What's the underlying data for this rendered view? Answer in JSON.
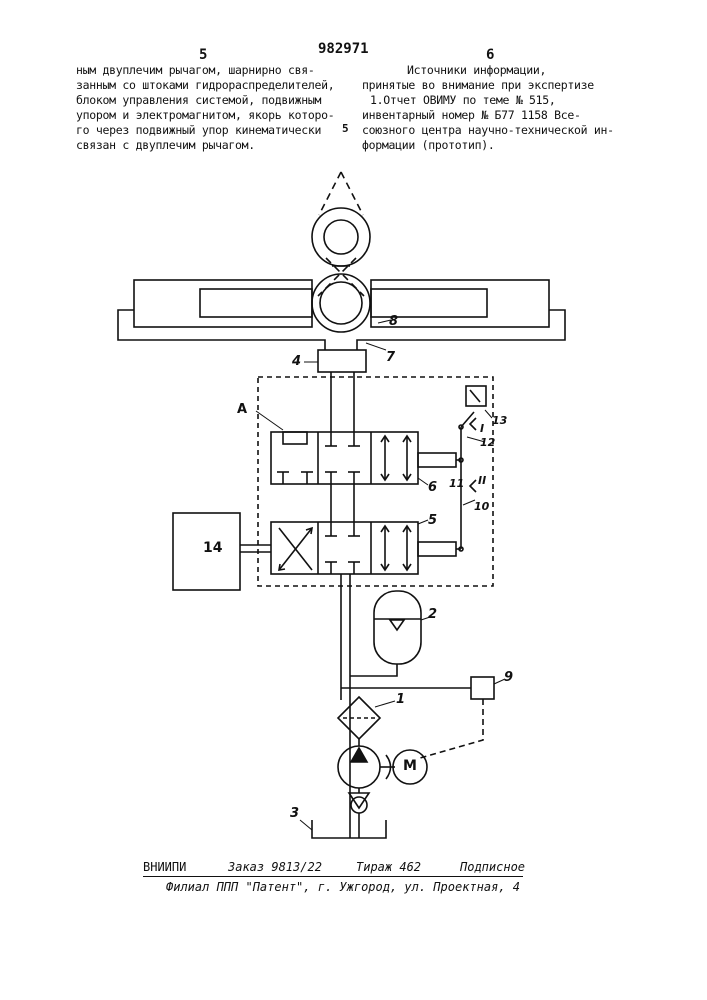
{
  "header": {
    "left_col_num": "5",
    "patent_num": "982971",
    "right_col_num": "6"
  },
  "left_column": {
    "lines": [
      "ным двуплечим рычагом, шарнирно свя-",
      "занным со штоками гидрораспределителей,",
      "блоком управления системой, подвижным",
      "упором и электромагнитом, якорь которо-",
      "го через подвижный упор кинематически",
      "связан с двуплечим рычагом."
    ]
  },
  "margin_line_number": "5",
  "right_column": {
    "heading_1": "Источники информации,",
    "heading_2": "принятые во внимание при экспертизе",
    "lines": [
      "1.Отчет ОВИМУ по теме № 515,",
      "инвентарный номер № Б77 1158 Все-",
      "союзного центра научно-технической ин-",
      "формации (прототип)."
    ]
  },
  "diagram": {
    "labels": {
      "l1": "1",
      "l2": "2",
      "l3": "3",
      "l4": "4",
      "l5": "5",
      "l6": "6",
      "l7": "7",
      "l8": "8",
      "l9": "9",
      "l10": "10",
      "l11": "11",
      "l12": "12",
      "l13": "13",
      "l14": "14",
      "lA": "A",
      "lI": "I",
      "lII": "II",
      "lM": "M"
    }
  },
  "footer": {
    "org": "ВНИИПИ",
    "order": "Заказ 9813/22",
    "circulation": "Тираж 462",
    "subscription": "Подписное",
    "branch": "Филиал ППП \"Патент\", г. Ужгород, ул. Проектная, 4"
  }
}
